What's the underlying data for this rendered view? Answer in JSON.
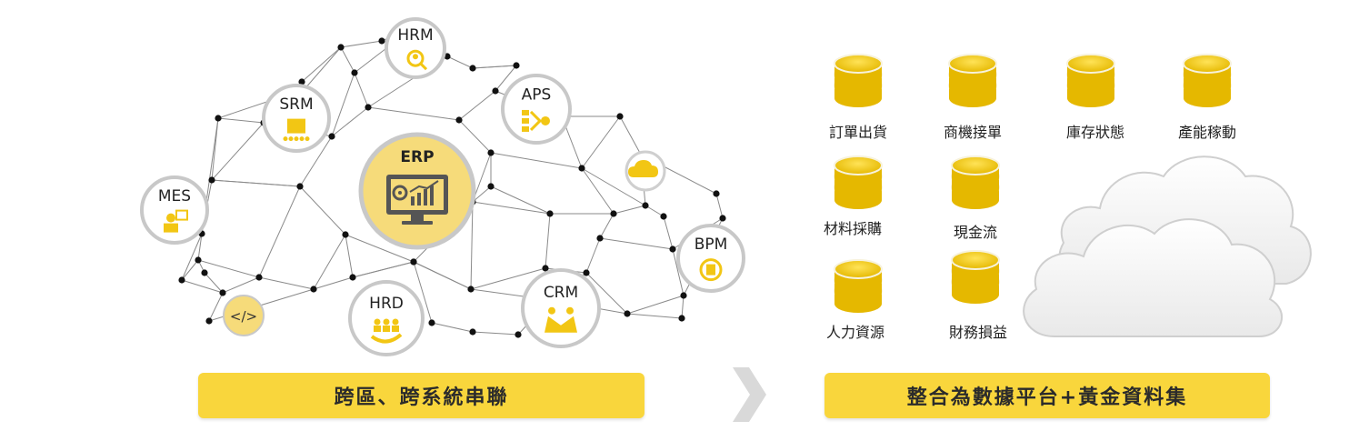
{
  "network": {
    "center": {
      "label": "ERP",
      "icon": "monitor-gear-chart-icon"
    },
    "nodes": [
      {
        "id": "hrm",
        "label": "HRM",
        "icon": "person-search-icon"
      },
      {
        "id": "srm",
        "label": "SRM",
        "icon": "supplier-boxes-icon"
      },
      {
        "id": "aps",
        "label": "APS",
        "icon": "flow-hub-icon"
      },
      {
        "id": "mes",
        "label": "MES",
        "icon": "operator-machine-icon"
      },
      {
        "id": "bpm",
        "label": "BPM",
        "icon": "document-cycle-icon"
      },
      {
        "id": "hrd",
        "label": "HRD",
        "icon": "people-hand-icon"
      },
      {
        "id": "crm",
        "label": "CRM",
        "icon": "handshake-icon"
      }
    ],
    "extras": [
      {
        "id": "cloud",
        "icon": "cloud-icon"
      },
      {
        "id": "code",
        "label": "</>",
        "icon": "code-icon"
      }
    ]
  },
  "arrow": {
    "icon": "chevron-right-icon"
  },
  "databases": [
    {
      "label": "訂單出貨",
      "icon": "database-icon"
    },
    {
      "label": "商機接單",
      "icon": "database-icon"
    },
    {
      "label": "庫存狀態",
      "icon": "database-icon"
    },
    {
      "label": "產能稼動",
      "icon": "database-icon"
    },
    {
      "label": "材料採購",
      "icon": "database-icon"
    },
    {
      "label": "現金流",
      "icon": "database-icon"
    },
    {
      "label": "人力資源",
      "icon": "database-icon"
    },
    {
      "label": "財務損益",
      "icon": "database-icon"
    }
  ],
  "cloud": {
    "icon": "big-cloud-icon"
  },
  "banners": {
    "left": "跨區、跨系統串聯",
    "right": "整合為數據平台+黃金資料集"
  },
  "colors": {
    "accent": "#f2c614",
    "banner": "#f9d63c",
    "erp_fill": "#f6db7a",
    "ring": "#c8c8c8",
    "dot": "#111111"
  }
}
